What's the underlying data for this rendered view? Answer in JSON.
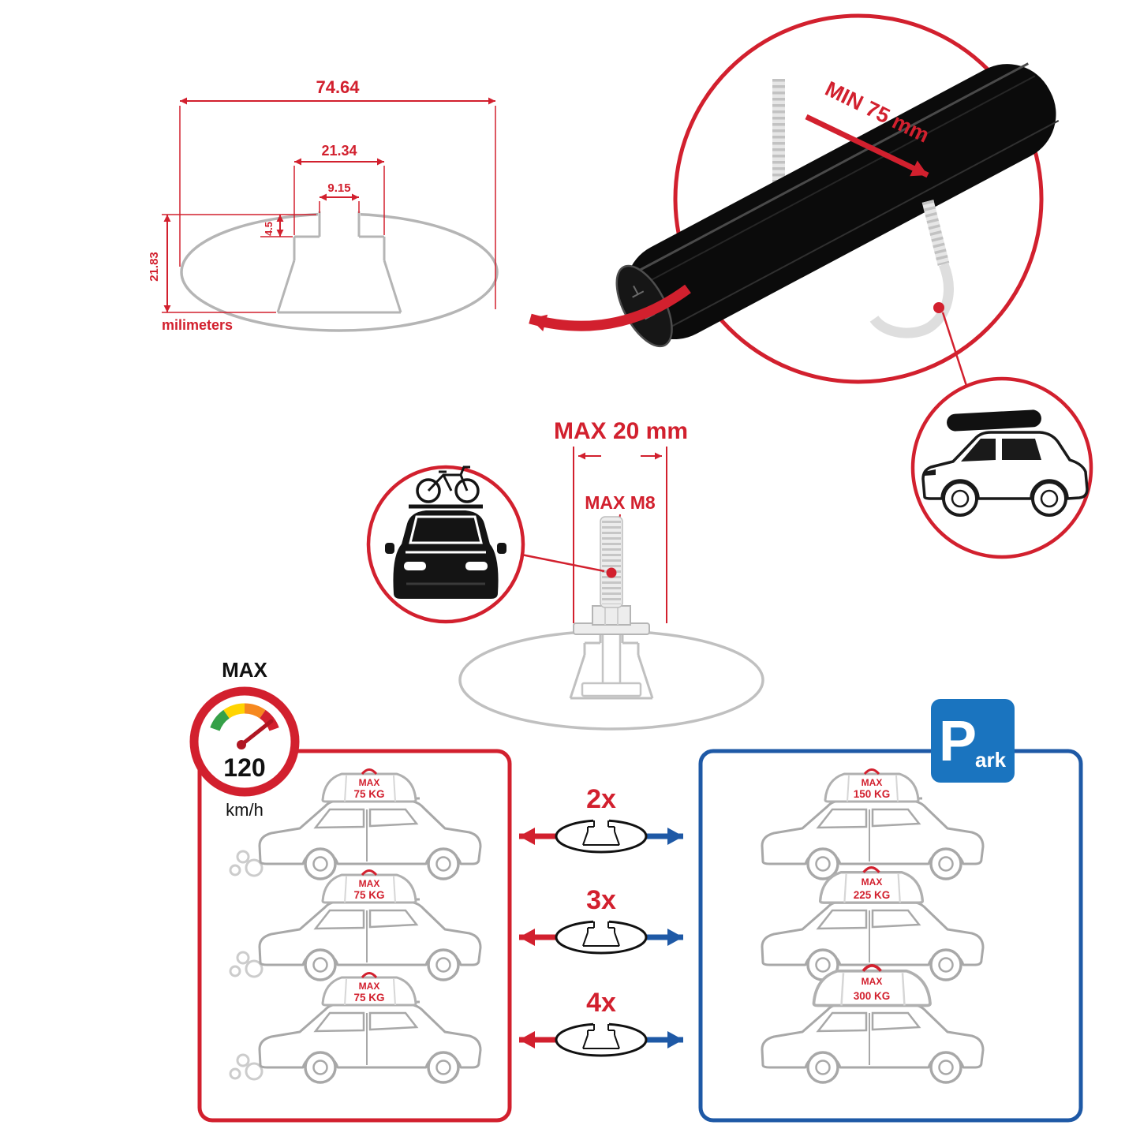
{
  "colors": {
    "accent_red": "#d2202e",
    "panel_blue": "#1e59a6",
    "parking_blue": "#1a74bf",
    "line_gray": "#b5b5b5"
  },
  "profile_diagram": {
    "total_width": "74.64",
    "slot_outer_width": "21.34",
    "slot_opening_width": "9.15",
    "slot_depth": "4.5",
    "total_height": "21.83",
    "units_label": "milimeters"
  },
  "tube_closeup": {
    "clearance_label": "MIN 75 mm"
  },
  "bolt_spec": {
    "length_label": "MAX 20 mm",
    "thread_label": "MAX M8"
  },
  "speed_limit": {
    "title": "MAX",
    "value": "120",
    "unit": "km/h"
  },
  "parking_sign": {
    "letter": "P",
    "suffix": "ark"
  },
  "multipliers": [
    "2x",
    "3x",
    "4x"
  ],
  "driving_panel": {
    "cars": [
      {
        "label": "MAX",
        "load": "75 KG"
      },
      {
        "label": "MAX",
        "load": "75 KG"
      },
      {
        "label": "MAX",
        "load": "75 KG"
      }
    ]
  },
  "parking_panel": {
    "cars": [
      {
        "label": "MAX",
        "load": "150 KG"
      },
      {
        "label": "MAX",
        "load": "225 KG"
      },
      {
        "label": "MAX",
        "load": "300 KG"
      }
    ]
  },
  "icons": {
    "speed_gauge": "speedometer-icon",
    "parking": "parking-sign-icon",
    "roofbox_car": "suv-with-roofbox-icon",
    "bike_car": "car-with-bike-icon"
  }
}
